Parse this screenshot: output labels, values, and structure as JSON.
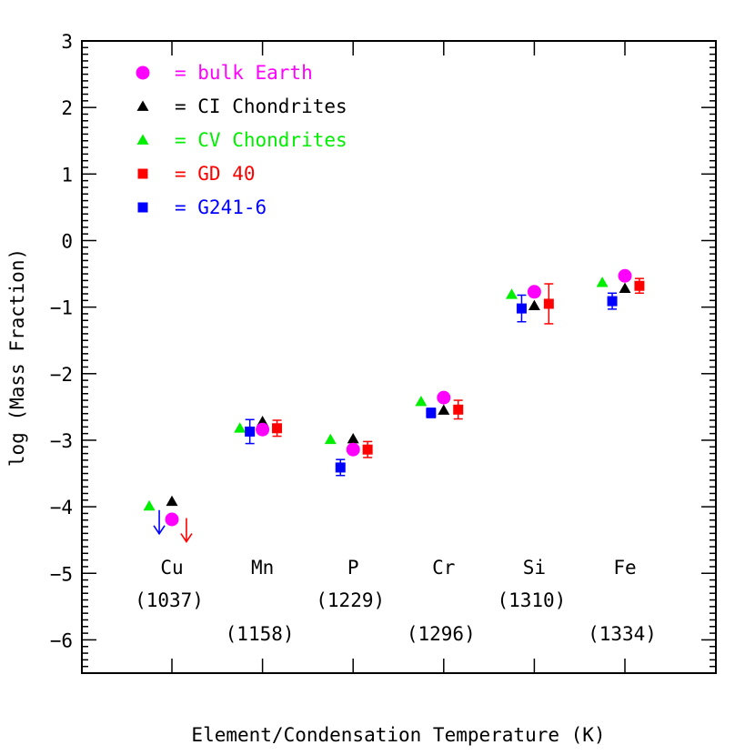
{
  "chart_data": {
    "type": "scatter",
    "xlabel": "Element/Condensation Temperature (K)",
    "ylabel": "log (Mass Fraction)",
    "ylim": [
      -6.5,
      3.0
    ],
    "xlim": [
      0,
      6
    ],
    "y_ticks": [
      "3",
      "2",
      "1",
      "0",
      "−1",
      "−2",
      "−3",
      "−4",
      "−5",
      "−6"
    ],
    "grid": false,
    "legend_position": "top-left",
    "categories": [
      {
        "element": "Cu",
        "temp": "(1037)"
      },
      {
        "element": "Mn",
        "temp": "(1158)"
      },
      {
        "element": "P",
        "temp": "(1229)"
      },
      {
        "element": "Cr",
        "temp": "(1296)"
      },
      {
        "element": "Si",
        "temp": "(1310)"
      },
      {
        "element": "Fe",
        "temp": "(1334)"
      }
    ],
    "series": [
      {
        "name": "= bulk Earth",
        "marker": "circle",
        "color": "#ff00ff",
        "offset": 0.0,
        "values": [
          -4.19,
          -2.84,
          -3.14,
          -2.36,
          -0.77,
          -0.53
        ]
      },
      {
        "name": "= CI Chondrites",
        "marker": "triangle",
        "color": "#000000",
        "offset": 0.0,
        "values": [
          -3.92,
          -2.72,
          -2.98,
          -2.55,
          -0.98,
          -0.72
        ]
      },
      {
        "name": "= CV Chondrites",
        "marker": "triangle",
        "color": "#00ee00",
        "offset": -0.25,
        "values": [
          -3.99,
          -2.82,
          -2.99,
          -2.42,
          -0.81,
          -0.63
        ]
      },
      {
        "name": "= GD 40",
        "marker": "square",
        "color": "#ff0000",
        "offset": 0.16,
        "values": [
          null,
          -2.82,
          -3.14,
          -2.54,
          -0.95,
          -0.68
        ],
        "errors": [
          null,
          0.12,
          0.12,
          0.14,
          0.3,
          0.11
        ],
        "upper_limits": [
          -4.17,
          null,
          null,
          null,
          null,
          null
        ]
      },
      {
        "name": "= G241-6",
        "marker": "square",
        "color": "#0000ff",
        "offset": -0.14,
        "values": [
          null,
          -2.87,
          -3.41,
          -2.59,
          -1.02,
          -0.91
        ],
        "errors": [
          null,
          0.18,
          0.12,
          0.07,
          0.2,
          0.12
        ],
        "upper_limits": [
          -4.05,
          null,
          null,
          null,
          null,
          null
        ]
      }
    ]
  }
}
